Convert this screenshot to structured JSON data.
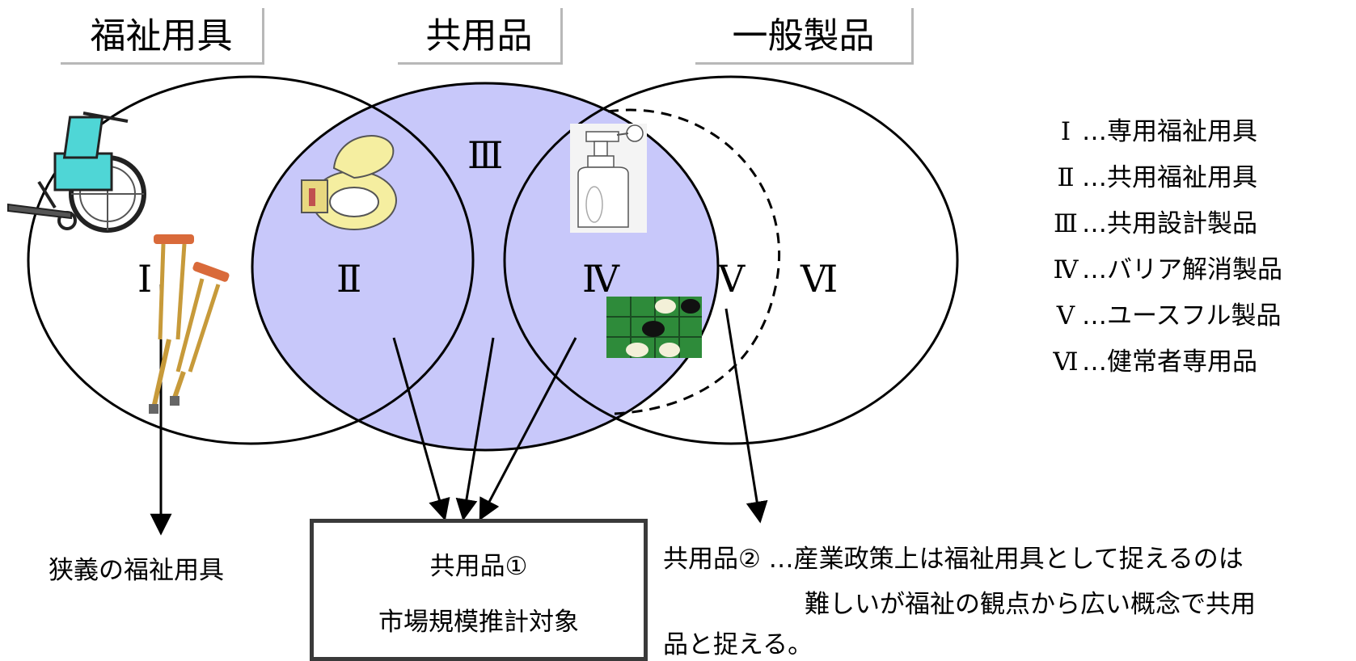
{
  "headers": {
    "welfare": "福祉用具",
    "shared": "共用品",
    "general": "一般製品"
  },
  "regions": {
    "r1": "Ⅰ",
    "r2": "Ⅱ",
    "r3": "Ⅲ",
    "r4": "Ⅳ",
    "r5": "Ⅴ",
    "r6": "Ⅵ"
  },
  "legend": [
    {
      "num": "Ⅰ",
      "text": "…専用福祉用具"
    },
    {
      "num": "Ⅱ",
      "text": "…共用福祉用具"
    },
    {
      "num": "Ⅲ",
      "text": "…共用設計製品"
    },
    {
      "num": "Ⅳ",
      "text": "…バリア解消製品"
    },
    {
      "num": "Ⅴ",
      "text": "…ユースフル製品"
    },
    {
      "num": "Ⅵ",
      "text": "…健常者専用品"
    }
  ],
  "narrow_welfare": "狭義の福祉用具",
  "target_box": {
    "line1": "共用品①",
    "line2": "市場規模推計対象"
  },
  "shared2": {
    "line1": "共用品② …産業政策上は福祉用具として捉えるのは",
    "line2": "難しいが福祉の観点から広い概念で共用",
    "line3": "品と捉える。"
  },
  "colors": {
    "shared_fill": "#c8c8fa",
    "outline": "#000000",
    "header_border": "#b8b8b8",
    "box_border": "#3a3a3a"
  },
  "icons": [
    "wheelchair-icon",
    "crutches-icon",
    "toilet-seat-icon",
    "pump-bottle-icon",
    "board-game-icon"
  ]
}
